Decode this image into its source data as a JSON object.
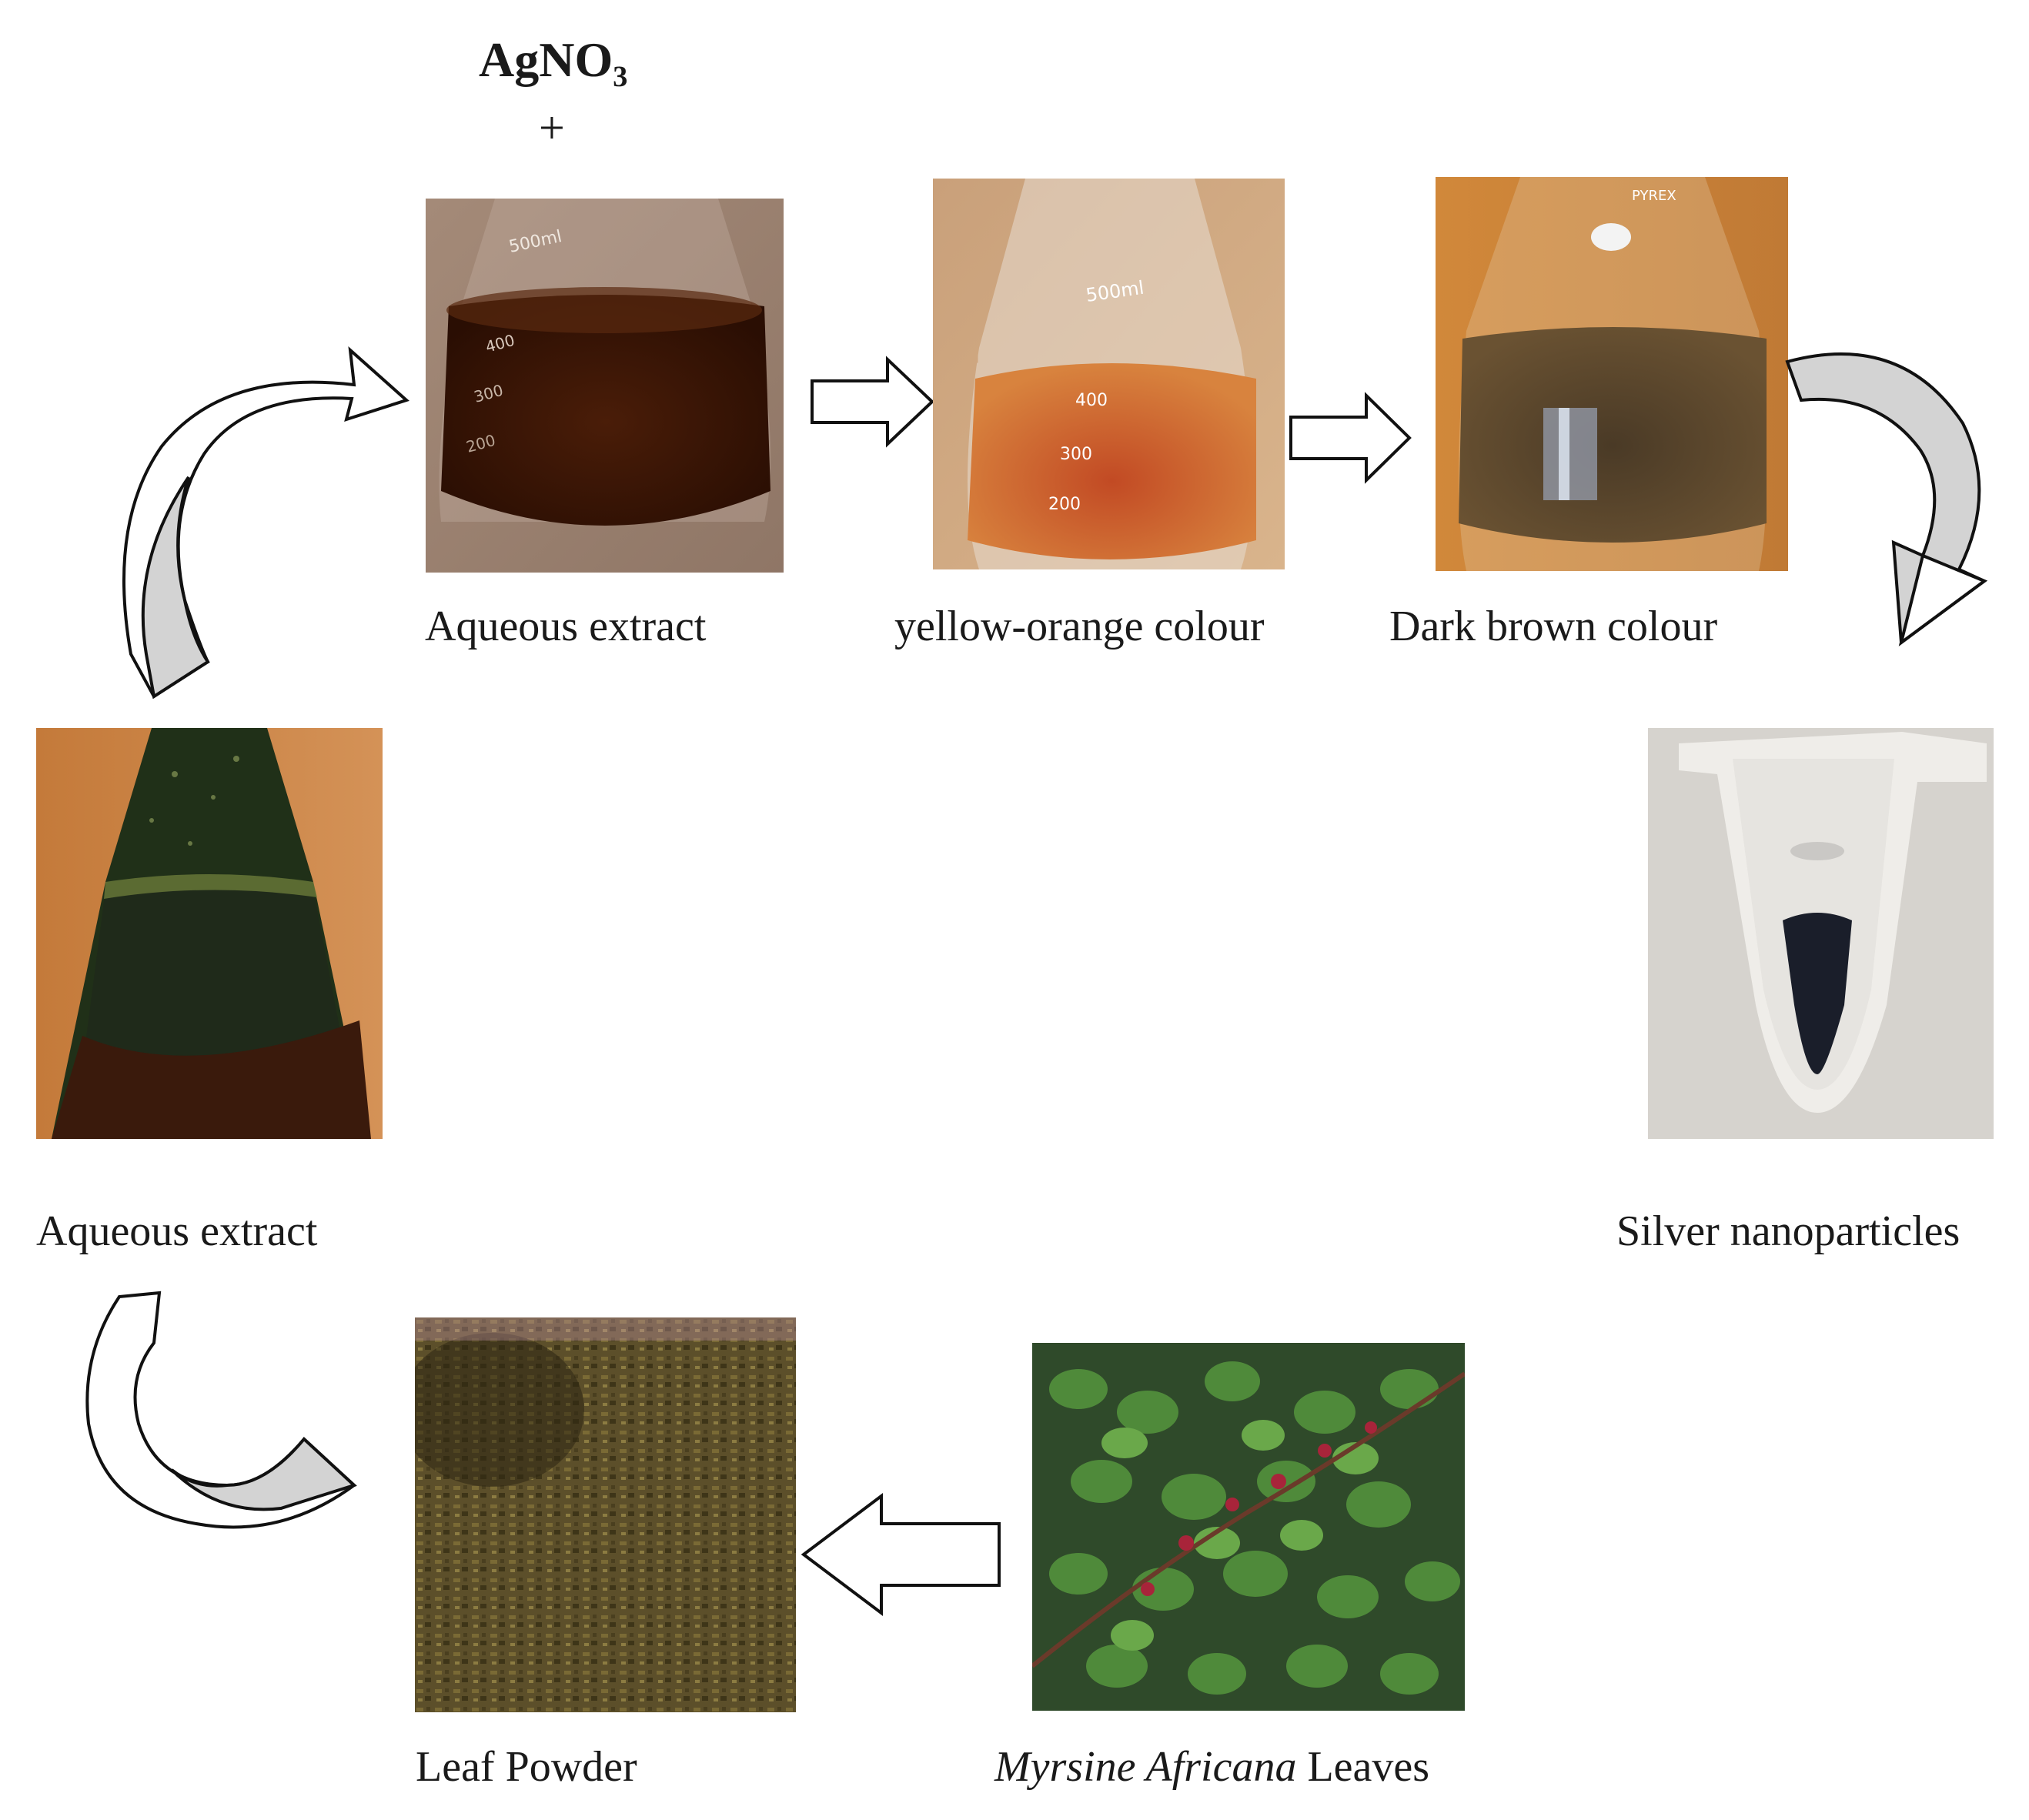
{
  "reagent": {
    "formula": "AgNO₃",
    "plus": "+"
  },
  "steps": {
    "mixed_extract": {
      "caption": "Aqueous extract"
    },
    "yellow_orange": {
      "caption": "yellow-orange colour"
    },
    "dark_brown": {
      "caption": "Dark brown colour"
    },
    "silver_nanoparticles": {
      "caption": "Silver nanoparticles"
    },
    "myrsine_leaves": {
      "caption_italic": "Myrsine Africana",
      "caption_plain": " Leaves"
    },
    "leaf_powder": {
      "caption": "Leaf Powder"
    },
    "aqueous_extract": {
      "caption": "Aqueous extract"
    }
  },
  "flask_marks": {
    "mixed": [
      "500ml",
      "400",
      "300",
      "200"
    ],
    "yellow": [
      "500ml",
      "400",
      "300",
      "200"
    ],
    "brown": [
      "PYREX"
    ]
  }
}
